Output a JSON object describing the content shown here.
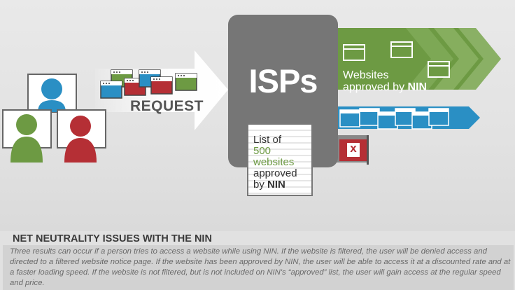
{
  "diagram": {
    "request_label": "REQUEST",
    "isp_label": "ISPs",
    "doc_line1": "List of",
    "doc_line2": "500",
    "doc_line3": "websites",
    "doc_line4": "approved",
    "doc_line5_prefix": "by ",
    "doc_line5_bold": "NIN",
    "websites_line1": "Websites",
    "websites_line2_prefix": "approved by ",
    "websites_line2_bold": "NIN",
    "blocked_symbol": "x"
  },
  "colors": {
    "green": "#6d9a43",
    "blue": "#2a8fc4",
    "red": "#b52f35",
    "gray_box": "#767676"
  },
  "footer": {
    "title": "NET NEUTRALITY ISSUES WITH THE NIN",
    "body": "Three results can occur if a person tries to access a website while using NIN. If the website is filtered, the user will be denied access and directed to a filtered website notice page. If the website has been approved by NIN, the user will be able to access it at a discounted rate and at a faster loading speed. If the website is not filtered, but is not included on NIN's “approved” list, the user will gain access at the regular speed and price."
  }
}
